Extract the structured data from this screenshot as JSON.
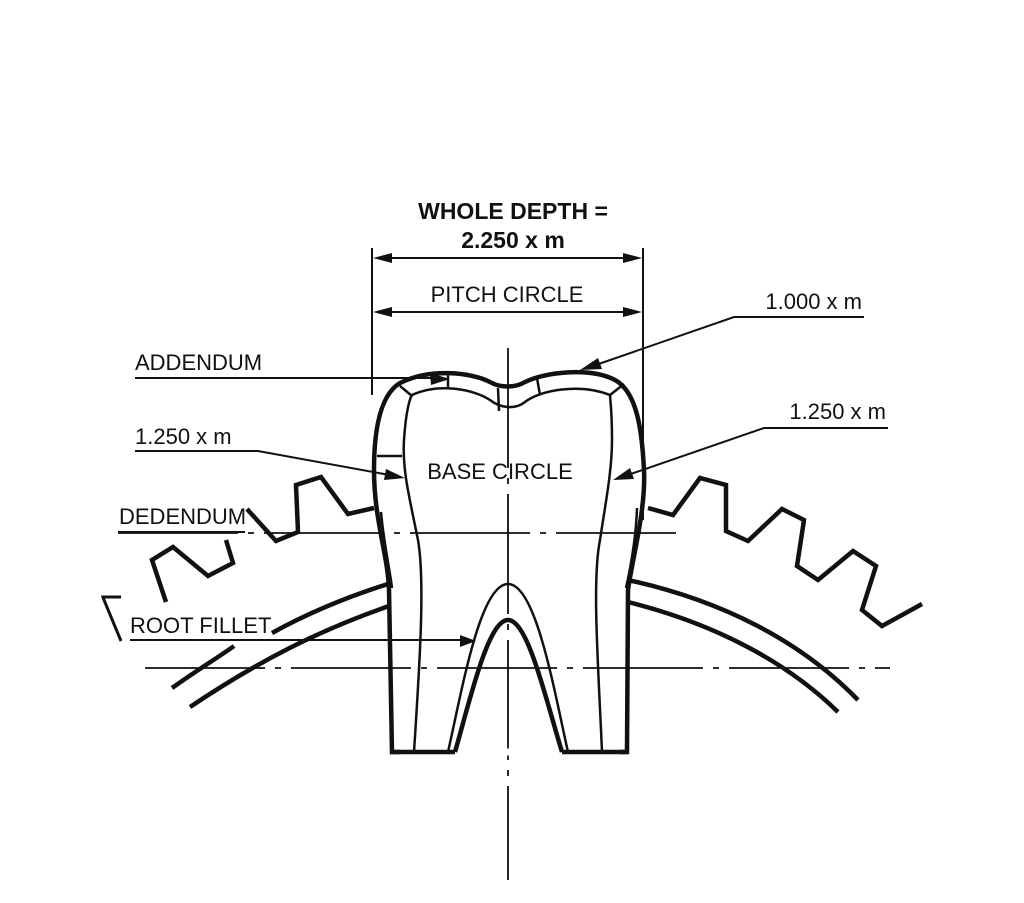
{
  "diagram": {
    "title_line1": "WHOLE DEPTH =",
    "title_line2": "2.250 x m",
    "labels": {
      "pitch_circle": "PITCH CIRCLE",
      "addendum": "ADDENDUM",
      "addendum_value_left": "1.250 x m",
      "dedendum": "DEDENDUM",
      "root_fillet": "ROOT FILLET",
      "base_circle": "BASE CIRCLE",
      "addendum_value_right": "1.000 x m",
      "dedendum_value_right": "1.250 x m"
    },
    "colors": {
      "line": "#111111",
      "background": "#ffffff"
    }
  }
}
